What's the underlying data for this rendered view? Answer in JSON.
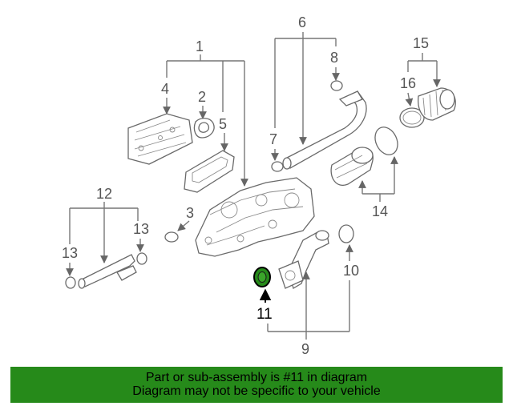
{
  "callouts": {
    "c1": "1",
    "c2": "2",
    "c3": "3",
    "c4": "4",
    "c5": "5",
    "c6": "6",
    "c7": "7",
    "c8": "8",
    "c9": "9",
    "c10": "10",
    "c11": "11",
    "c12": "12",
    "c13a": "13",
    "c13b": "13",
    "c14": "14",
    "c15": "15",
    "c16": "16"
  },
  "highlight": {
    "part": "11",
    "color": "#268a1a"
  },
  "footer": {
    "line1": "Part or sub-assembly is #11 in diagram",
    "line2": "Diagram may not be specific to your vehicle",
    "background": "#268a1a"
  }
}
